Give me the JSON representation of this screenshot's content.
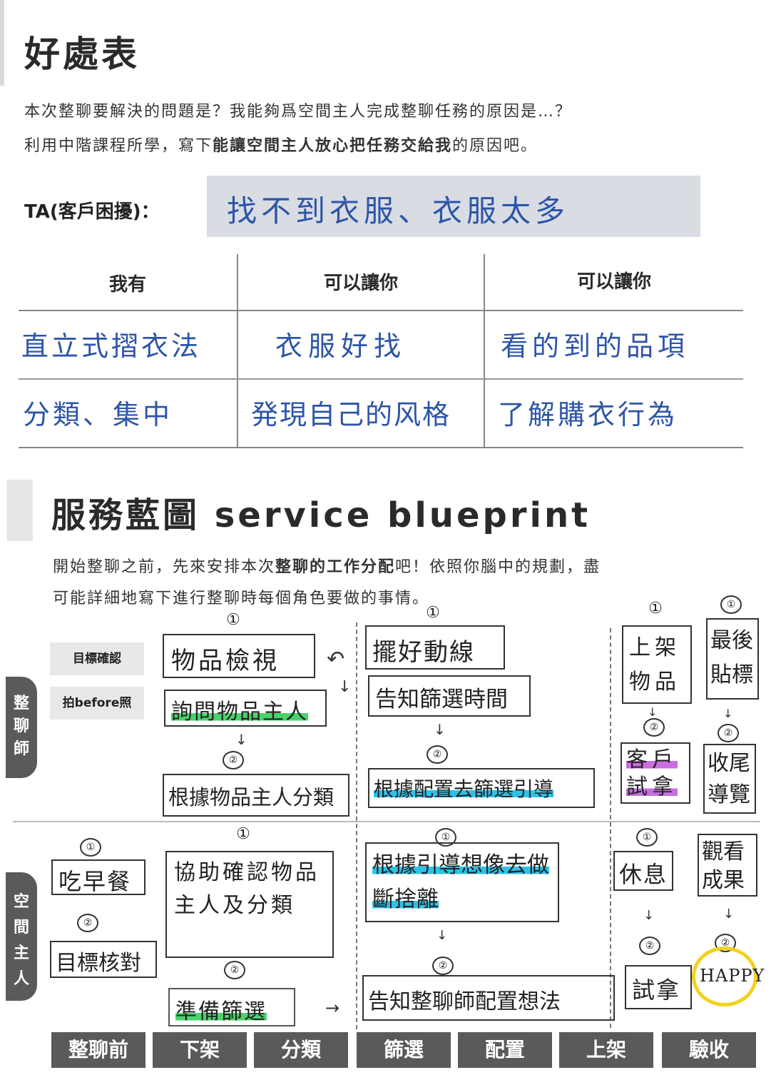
{
  "benefit": {
    "title": "好處表",
    "intro_line1": "本次整聊要解決的問題是？我能夠爲空間主人完成整聊任務的原因是…？",
    "intro_line2_a": "利用中階課程所學，寫下",
    "intro_line2_bold": "能讓空間主人放心把任務交給我",
    "intro_line2_b": "的原因吧。",
    "ta_label": "TA(客戶困擾)：",
    "ta_value": "找不到衣服、衣服太多",
    "table": {
      "headers": [
        "我有",
        "可以讓你",
        "可以讓你"
      ],
      "rows": [
        [
          "直立式摺衣法",
          "衣服好找",
          "看的到的品項"
        ],
        [
          "分類、集中",
          "発現自己的风格",
          "了解購衣行為"
        ]
      ]
    }
  },
  "blueprint": {
    "title": "服務藍圖 service blueprint",
    "intro_line1_a": "開始整聊之前，先來安排本次",
    "intro_line1_bold": "整聊的工作分配",
    "intro_line1_b": "吧！依照你腦中的規劃，盡",
    "intro_line2": "可能詳細地寫下進行整聊時每個角色要做的事情。",
    "role_organizer": "整聊師",
    "role_owner": "空間主人",
    "chip_goal": "目標確認",
    "chip_before": "拍before照",
    "organizer": {
      "c1_box1": "物品檢視",
      "c1_box2": "詢問物品主人",
      "c1_box3": "根據物品主人分類",
      "c2_box1": "擺好動線",
      "c2_box2": "告知篩選時間",
      "c2_box3": "根據配置去篩選引導",
      "c3_box1": "上架物品",
      "c3_box2": "客戶試拿",
      "c4_box1": "最後貼標",
      "c4_box2": "收尾導覽"
    },
    "owner": {
      "c0_box1": "吃早餐",
      "c0_box2": "目標核對",
      "c1_box1": "協助確認物品主人及分類",
      "c1_box2": "準備篩選",
      "c2_box1": "根據引導想像去做斷捨離",
      "c2_box2": "告知整聊師配置想法",
      "c3_box1": "休息",
      "c3_box2": "試拿",
      "c4_box1": "觀看成果",
      "c4_box2": "HAPPY"
    },
    "step1": "①",
    "step2": "②",
    "tabs": [
      "整聊前",
      "下架",
      "分類",
      "篩選",
      "配置",
      "上架",
      "驗收"
    ]
  }
}
